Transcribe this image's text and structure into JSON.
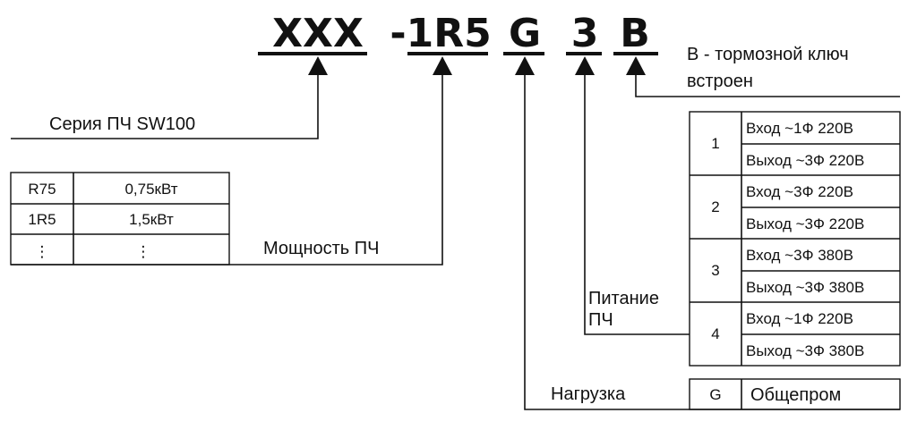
{
  "model_code": {
    "series_part": "XXX",
    "power_part": "-1R5",
    "load_part": "G",
    "supply_part": "3",
    "brake_part": "B"
  },
  "labels": {
    "series": "Серия ПЧ SW100",
    "power": "Мощность ПЧ",
    "brake_line1": "B - тормозной ключ",
    "brake_line2": "встроен",
    "supply_line1": "Питание",
    "supply_line2": "ПЧ",
    "load": "Нагрузка"
  },
  "power_table": [
    {
      "code": "R75",
      "value": "0,75кВт"
    },
    {
      "code": "1R5",
      "value": "1,5кВт"
    },
    {
      "code": "⋮",
      "value": "⋮"
    }
  ],
  "supply_table": [
    {
      "code": "1",
      "input": "Вход ~1Ф 220В",
      "output": "Выход ~3Ф 220В"
    },
    {
      "code": "2",
      "input": "Вход  ~3Ф 220В",
      "output": "Выход ~3Ф 220В"
    },
    {
      "code": "3",
      "input": "Вход ~3Ф 380В",
      "output": "Выход ~3Ф 380В"
    },
    {
      "code": "4",
      "input": "Вход ~1Ф 220В",
      "output": "Выход ~3Ф 380В"
    }
  ],
  "load_table": {
    "code": "G",
    "value": "Общепром"
  }
}
